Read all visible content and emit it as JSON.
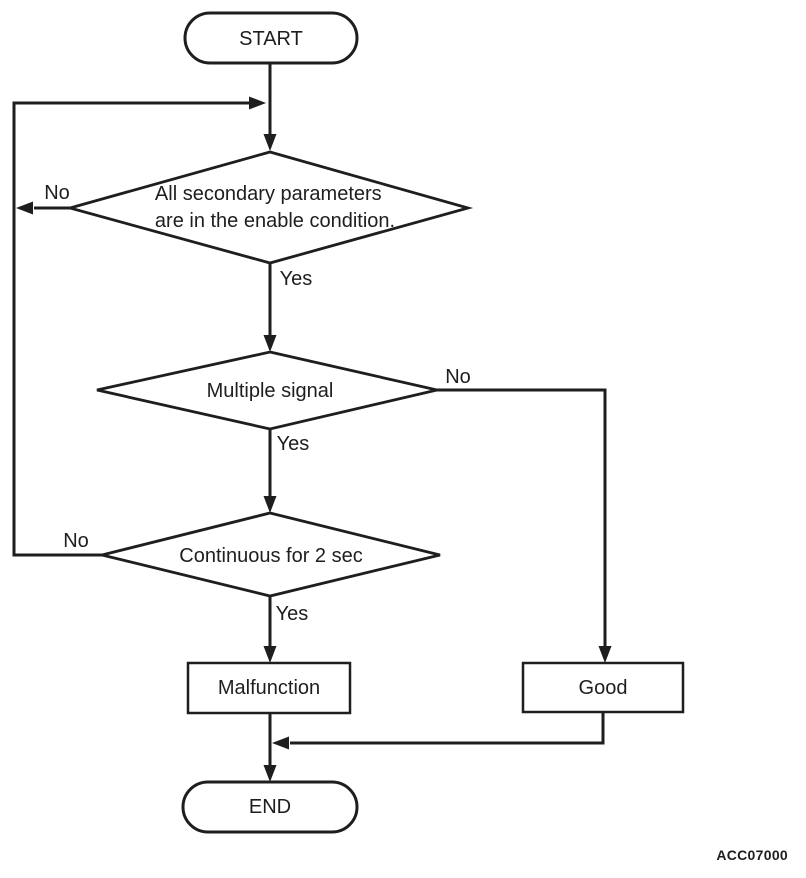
{
  "figure_code": "ACC07000",
  "nodes": {
    "start": "START",
    "decision_enable": {
      "line1": "All secondary parameters",
      "line2": "are in the enable condition."
    },
    "decision_multiple": "Multiple signal",
    "decision_continuous": "Continuous for 2 sec",
    "malfunction": "Malfunction",
    "good": "Good",
    "end": "END"
  },
  "edge_labels": {
    "enable_no": "No",
    "enable_yes": "Yes",
    "multiple_no": "No",
    "multiple_yes": "Yes",
    "continuous_no": "No",
    "continuous_yes": "Yes"
  },
  "colors": {
    "ink": "#1e1e1e",
    "background": "#ffffff"
  }
}
